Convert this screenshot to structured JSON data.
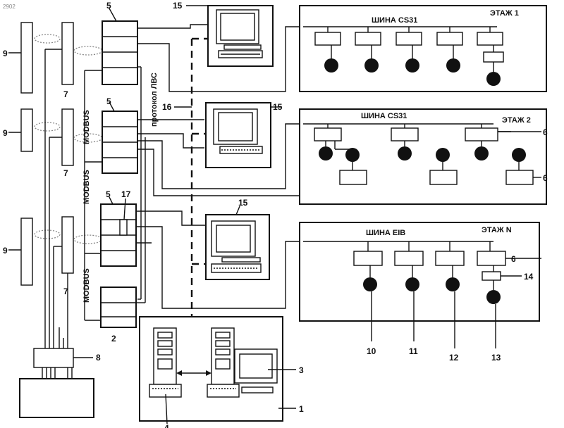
{
  "corner_id": "2902",
  "floors": [
    {
      "bus": "ШИНА CS31",
      "floor": "ЭТАЖ 1"
    },
    {
      "bus": "ШИНА CS31",
      "floor": "ЭТАЖ 2"
    },
    {
      "bus": "ШИНА EIB",
      "floor": "ЭТАЖ N"
    }
  ],
  "protocols": {
    "modbus": "MODBUS",
    "lan": "протокол ЛВС"
  },
  "numbers": {
    "n1": "1",
    "n2": "2",
    "n3": "3",
    "n4": "4",
    "n5": "5",
    "n6": "6",
    "n7": "7",
    "n8": "8",
    "n9": "9",
    "n10": "10",
    "n11": "11",
    "n12": "12",
    "n13": "13",
    "n14": "14",
    "n15": "15",
    "n16": "16",
    "n17": "17"
  }
}
